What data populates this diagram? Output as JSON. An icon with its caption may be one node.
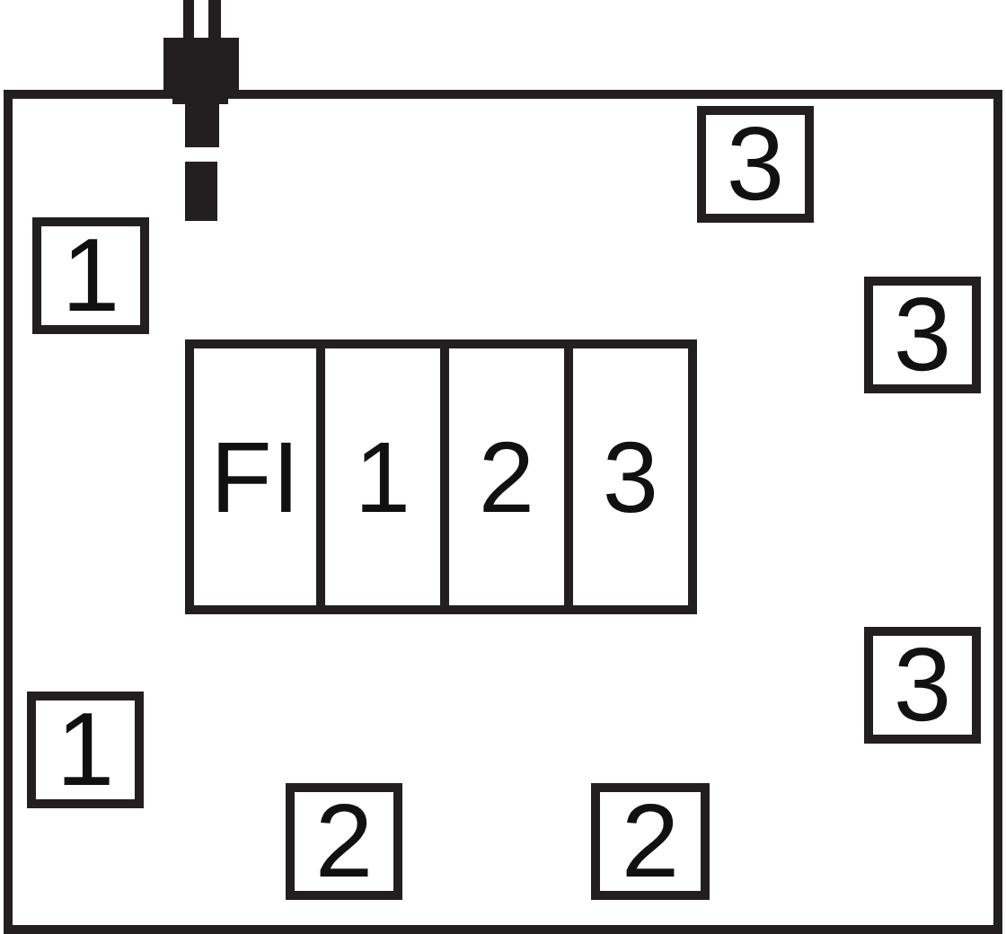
{
  "diagram": {
    "nodes": [
      {
        "text": [],
        "shape": "box"
      },
      {
        "text": [
          "3"
        ],
        "in": 0
      },
      {
        "text": [
          "1"
        ],
        "in": 0
      },
      {
        "text": [
          "3"
        ],
        "in": 0
      },
      {
        "text": [],
        "shape": "box",
        "in": 0
      },
      {
        "text": [
          "FI"
        ],
        "in": 4
      },
      {
        "text": [
          "1"
        ],
        "in": 4
      },
      {
        "text": [
          "2"
        ],
        "in": 4
      },
      {
        "text": [
          "3"
        ],
        "in": 4
      },
      {
        "text": [
          "3"
        ],
        "in": 0
      },
      {
        "text": [
          "1"
        ],
        "in": 0
      },
      {
        "text": [
          "2"
        ],
        "in": 0
      },
      {
        "text": [
          "2"
        ],
        "in": 0
      }
    ]
  }
}
